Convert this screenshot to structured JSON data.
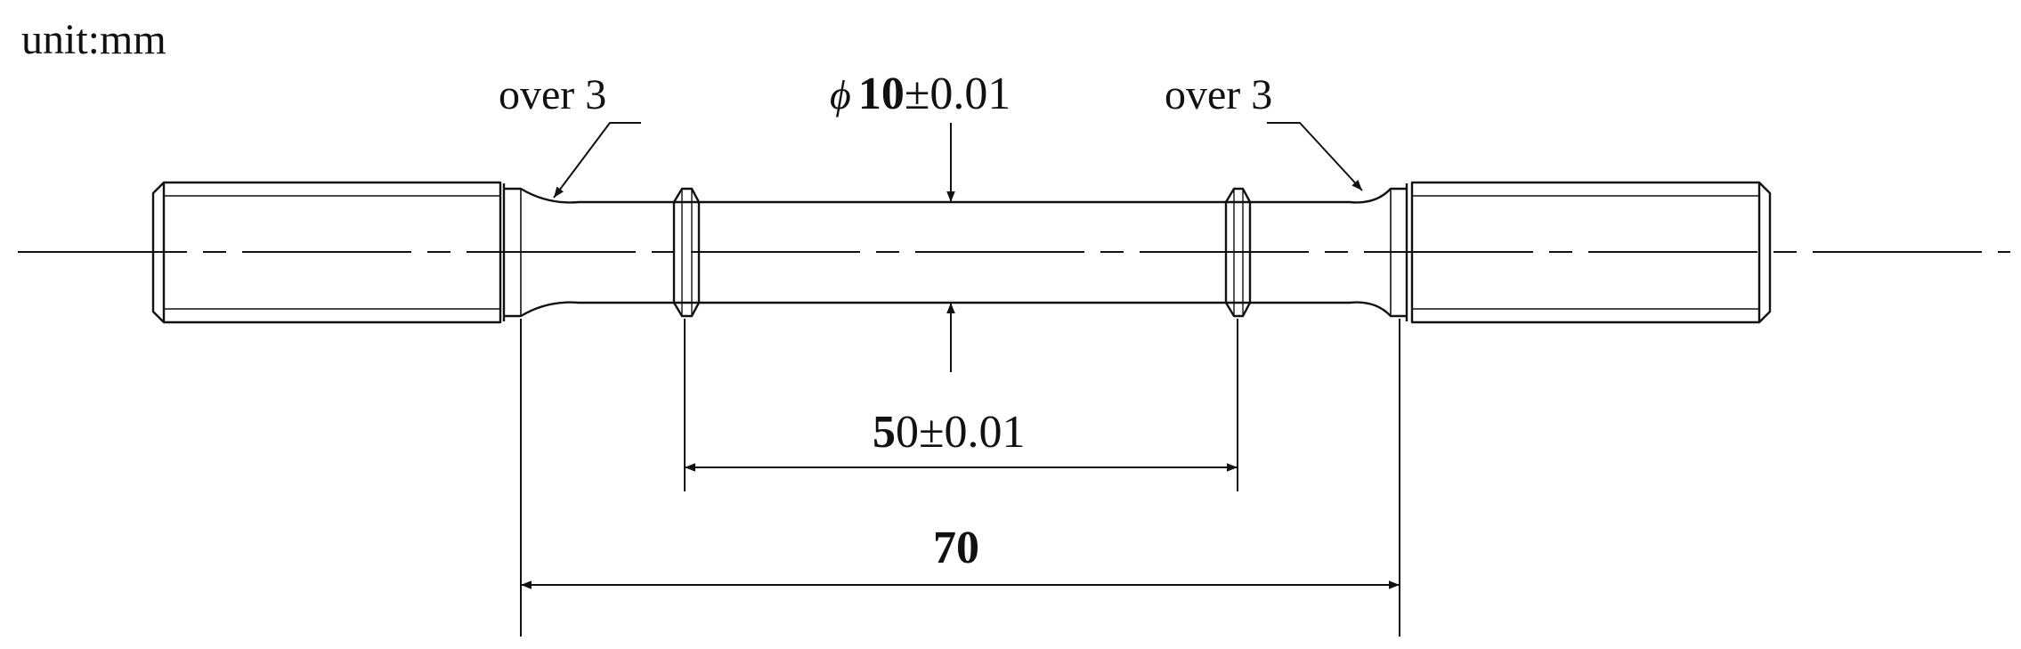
{
  "unit_label": "unit:mm",
  "annotations": {
    "left_radius": "over 3",
    "right_radius": "over 3",
    "diameter_symbol": "ϕ",
    "diameter_bold": "10",
    "diameter_tol": "±0.01",
    "gauge_bold": "5",
    "gauge_rest": "0±0.01",
    "overall_length": "70"
  },
  "colors": {
    "line": "#111111",
    "background": "#ffffff"
  }
}
